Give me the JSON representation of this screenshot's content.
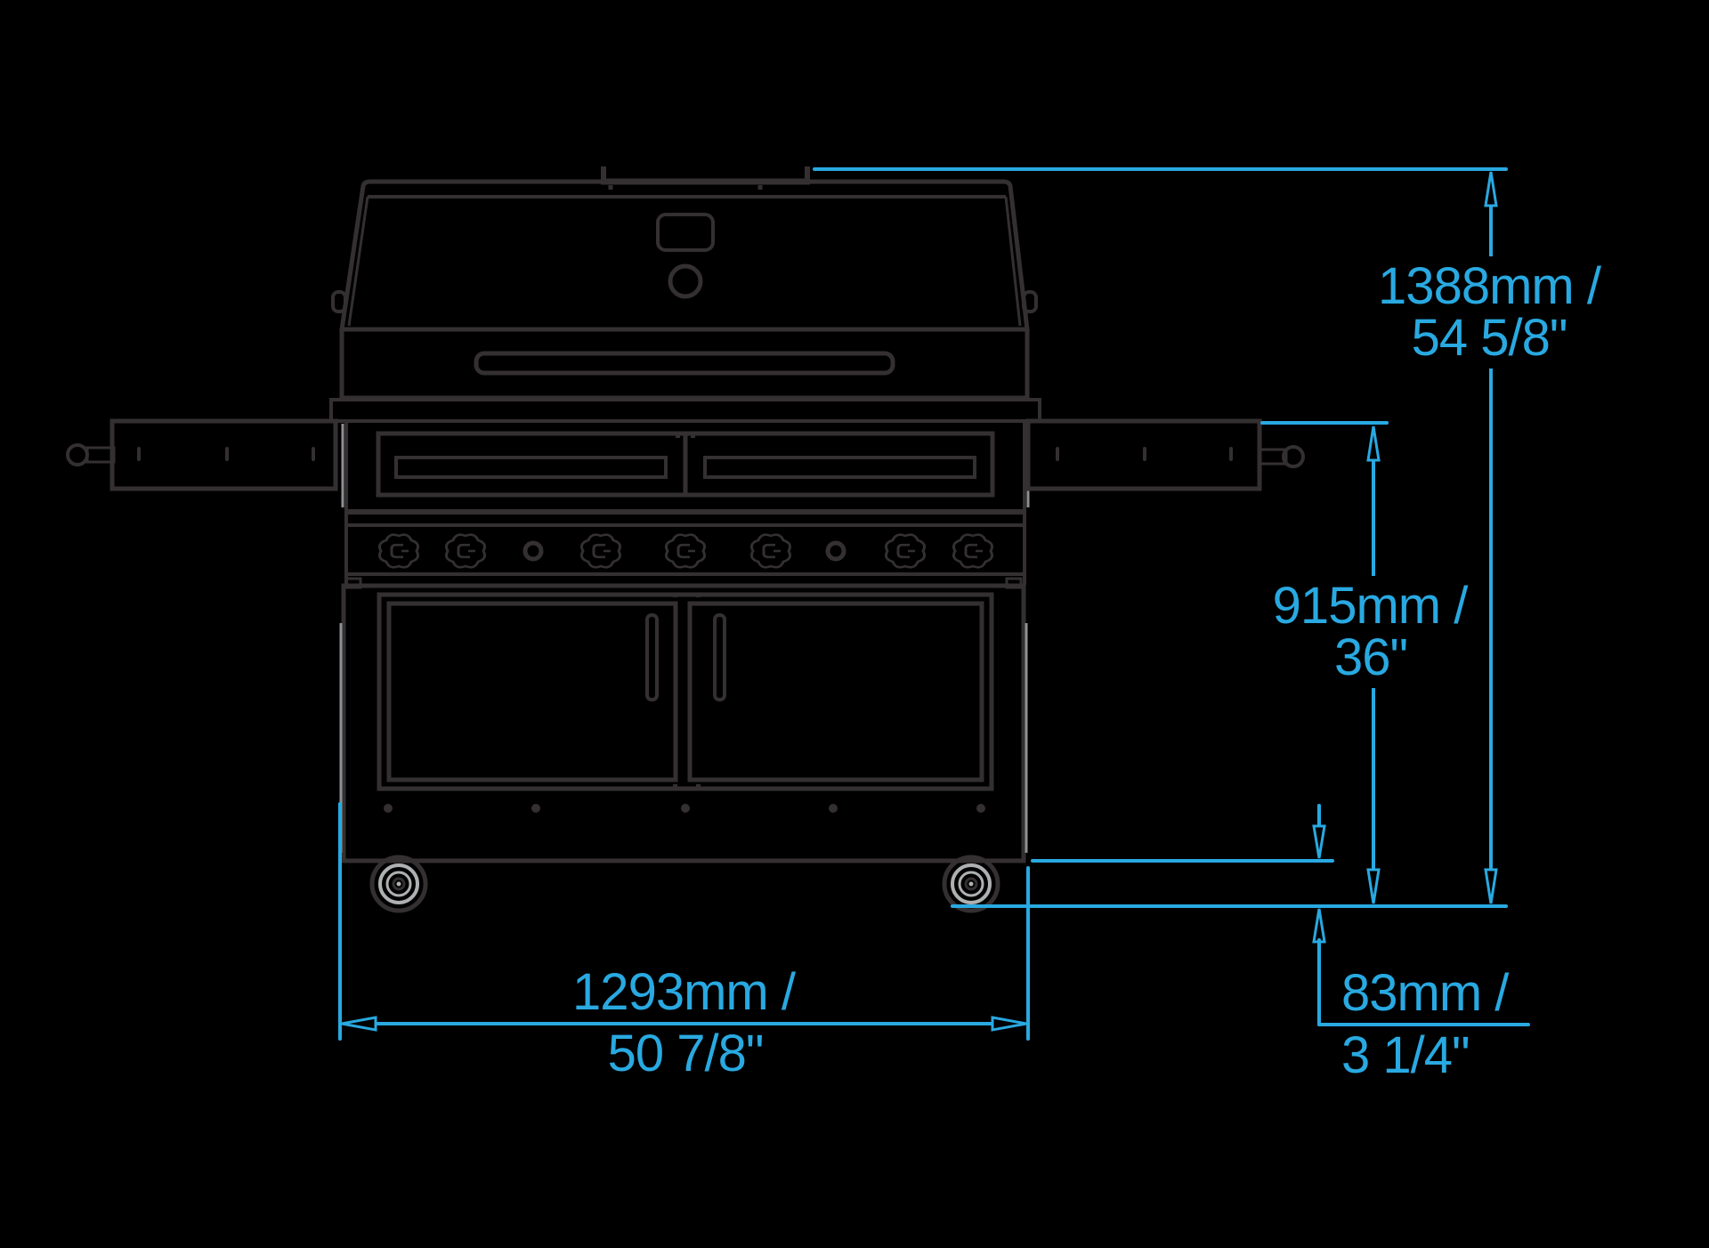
{
  "diagram": {
    "title": "gas-grill-front-view-dimension-diagram",
    "colors": {
      "bg": "#000000",
      "accent": "#29A9E1",
      "line": "#343031",
      "hl": "#8E9193",
      "wheel": "#AEB0B2"
    },
    "dims": {
      "overall_height": {
        "mm": "1388mm /",
        "in": "54 5/8\""
      },
      "shelf_height": {
        "mm": "915mm /",
        "in": "36\""
      },
      "body_width": {
        "mm": "1293mm /",
        "in": "50 7/8\""
      },
      "clearance": {
        "mm": "83mm /",
        "in": "3 1/4\""
      }
    }
  }
}
